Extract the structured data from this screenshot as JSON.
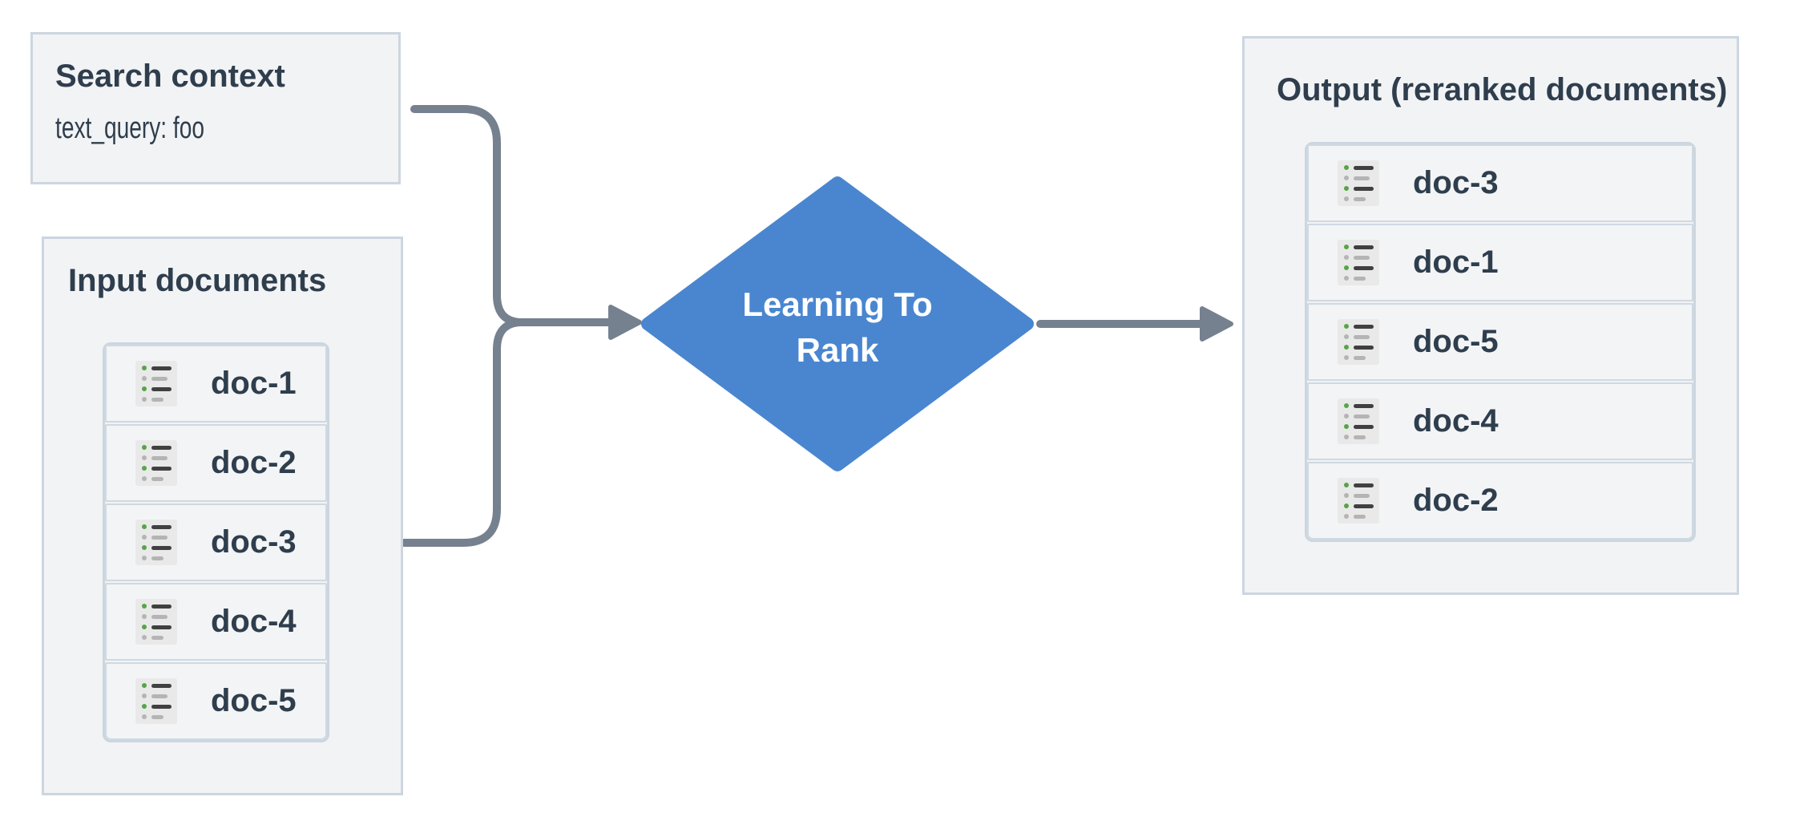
{
  "diagram": {
    "search_panel": {
      "title": "Search context",
      "query": "text_query: foo"
    },
    "input_panel": {
      "title": "Input documents",
      "docs": [
        "doc-1",
        "doc-2",
        "doc-3",
        "doc-4",
        "doc-5"
      ]
    },
    "process": {
      "line1": "Learning To",
      "line2": "Rank"
    },
    "output_panel": {
      "title": "Output (reranked documents)",
      "docs": [
        "doc-3",
        "doc-1",
        "doc-5",
        "doc-4",
        "doc-2"
      ]
    },
    "colors": {
      "diamond": "#4a86d0",
      "connector": "#76818f",
      "panel_bg": "#f2f3f5",
      "panel_border": "#ccd6e0",
      "row_border": "#cfd9e2",
      "row_bg": "#f3f4f6",
      "text": "#2f3e4d",
      "icon_bg": "#e9e9e9",
      "icon_green": "#55a546",
      "icon_gray": "#b4b4b4",
      "icon_dark": "#404040"
    }
  }
}
